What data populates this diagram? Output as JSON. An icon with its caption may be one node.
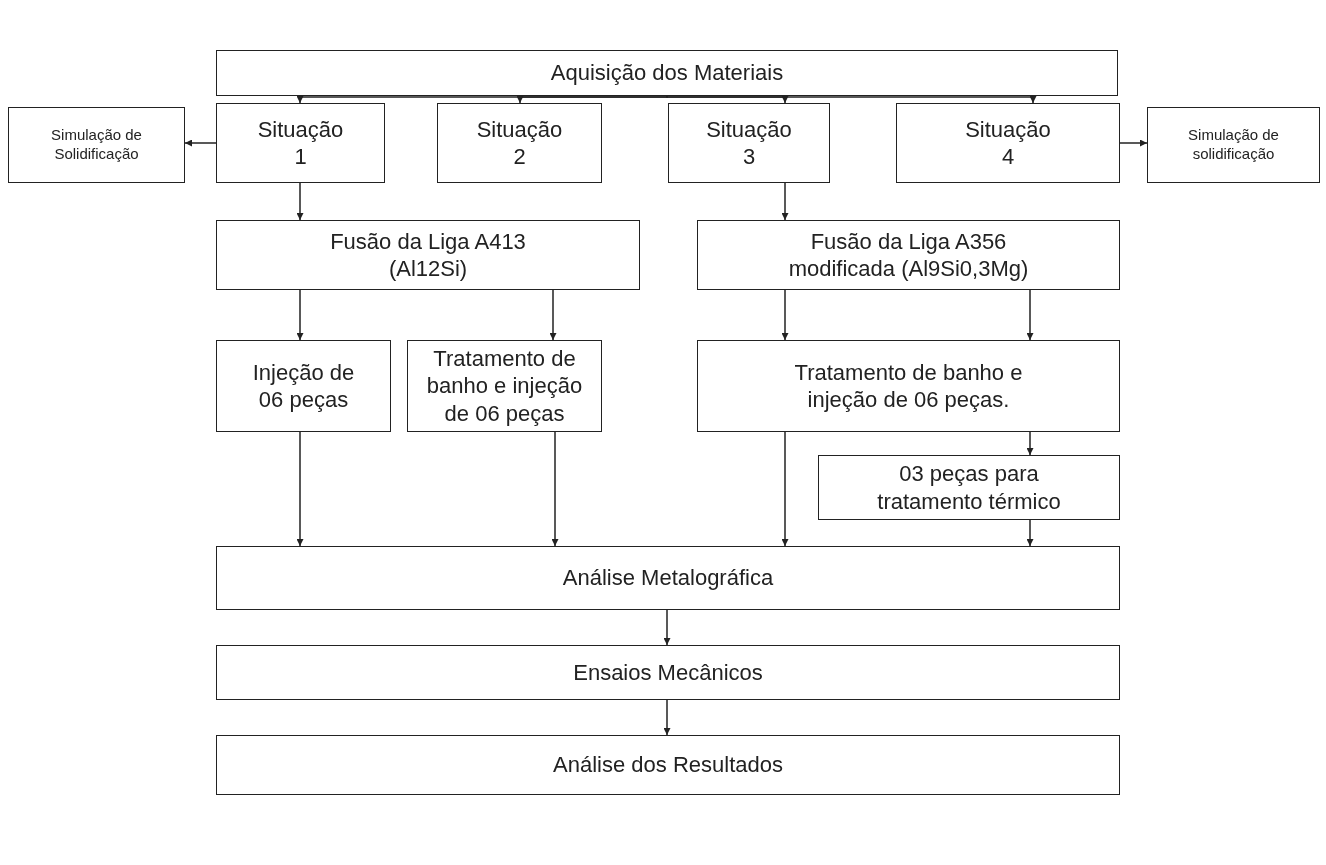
{
  "diagram": {
    "nodes": [
      {
        "text": [
          "Aquisição dos Materiais"
        ]
      },
      {
        "text": [
          "Simulação de Solidificação"
        ]
      },
      {
        "text": [
          "Situação 1"
        ]
      },
      {
        "text": [
          "Situação 2"
        ]
      },
      {
        "text": [
          "Situação 3"
        ]
      },
      {
        "text": [
          "Situação 4"
        ]
      },
      {
        "text": [
          "Simulação de solidificação"
        ]
      },
      {
        "text": [
          "Fusão da Liga A413 (Al12Si)"
        ]
      },
      {
        "text": [
          "Fusão da Liga A356 modificada (Al9Si0,3Mg)"
        ]
      },
      {
        "text": [
          "Injeção de 06 peças"
        ]
      },
      {
        "text": [
          "Tratamento de banho e injeção de 06 peças"
        ]
      },
      {
        "text": [
          "Tratamento de banho e injeção de 06 peças."
        ]
      },
      {
        "text": [
          "03 peças para tratamento térmico"
        ]
      },
      {
        "text": [
          "Análise Metalográfica"
        ]
      },
      {
        "text": [
          "Ensaios Mecânicos"
        ]
      },
      {
        "text": [
          "Análise dos Resultados"
        ]
      }
    ],
    "edges": [
      {
        "from": 0,
        "to": 2,
        "arrow": "to"
      },
      {
        "from": 0,
        "to": 3,
        "arrow": "to"
      },
      {
        "from": 0,
        "to": 4,
        "arrow": "to"
      },
      {
        "from": 0,
        "to": 5,
        "arrow": "to"
      },
      {
        "from": 2,
        "to": 1,
        "arrow": "to"
      },
      {
        "from": 5,
        "to": 6,
        "arrow": "to"
      },
      {
        "from": 2,
        "to": 7,
        "arrow": "to"
      },
      {
        "from": 4,
        "to": 8,
        "arrow": "to"
      },
      {
        "from": 7,
        "to": 9,
        "arrow": "to"
      },
      {
        "from": 7,
        "to": 10,
        "arrow": "to"
      },
      {
        "from": 8,
        "to": 11,
        "arrow": "to"
      },
      {
        "from": 8,
        "to": 11,
        "arrow": "to"
      },
      {
        "from": 9,
        "to": 13,
        "arrow": "to"
      },
      {
        "from": 10,
        "to": 13,
        "arrow": "to"
      },
      {
        "from": 11,
        "to": 13,
        "arrow": "to"
      },
      {
        "from": 11,
        "to": 12,
        "arrow": "to"
      },
      {
        "from": 12,
        "to": 13,
        "arrow": "to"
      },
      {
        "from": 13,
        "to": 14,
        "arrow": "to"
      },
      {
        "from": 14,
        "to": 15,
        "arrow": "to"
      }
    ]
  }
}
